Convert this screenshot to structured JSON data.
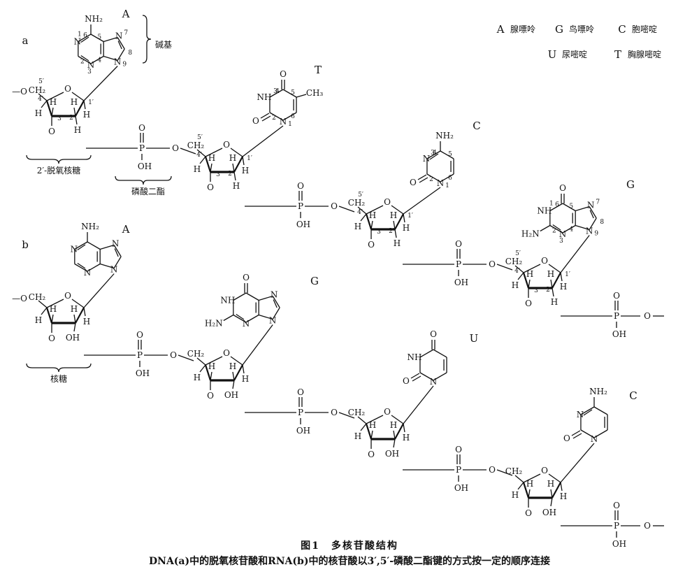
{
  "legend": {
    "row1": [
      {
        "letter": "A",
        "name": "腺嘌呤"
      },
      {
        "letter": "G",
        "name": "鸟嘌呤"
      },
      {
        "letter": "C",
        "name": "胞嘧啶"
      }
    ],
    "row2": [
      {
        "letter": "U",
        "name": "尿嘧啶"
      },
      {
        "letter": "T",
        "name": "胸腺嘧啶"
      }
    ]
  },
  "panel_labels": {
    "a": "a",
    "b": "b"
  },
  "annotations": {
    "base": "碱基",
    "deoxyribose": "2′-脱氧核糖",
    "phosphodiester": "磷酸二酯",
    "ribose": "核糖"
  },
  "nucleotides": {
    "dna": [
      {
        "base": "A",
        "kind": "purine-A"
      },
      {
        "base": "T",
        "kind": "pyrimidine-T"
      },
      {
        "base": "C",
        "kind": "pyrimidine-C"
      },
      {
        "base": "G",
        "kind": "purine-G"
      }
    ],
    "rna": [
      {
        "base": "A",
        "kind": "purine-A"
      },
      {
        "base": "G",
        "kind": "purine-G"
      },
      {
        "base": "U",
        "kind": "pyrimidine-U"
      },
      {
        "base": "C",
        "kind": "pyrimidine-C"
      }
    ]
  },
  "atoms": {
    "n": "N",
    "o": "O",
    "p": "P",
    "h": "H",
    "c": "C",
    "nh": "NH",
    "nh2": "NH₂",
    "h2n": "H₂N",
    "oh": "OH",
    "ch2": "CH₂",
    "ch3": "CH₃",
    "dash_o": "—O"
  },
  "ring_numbers": {
    "purine": [
      "1",
      "2",
      "3",
      "4",
      "5",
      "6",
      "7",
      "8",
      "9"
    ],
    "pyrimidine": [
      "1",
      "2",
      "3",
      "4",
      "5",
      "6"
    ],
    "sugar": [
      "1′",
      "2′",
      "3′",
      "4′",
      "5′"
    ]
  },
  "caption": {
    "title": "图1　多核苷酸结构",
    "subtitle": "DNA(a)中的脱氧核苷酸和RNA(b)中的核苷酸以3′,5′-磷酸二酯键的方式按一定的顺序连接"
  }
}
